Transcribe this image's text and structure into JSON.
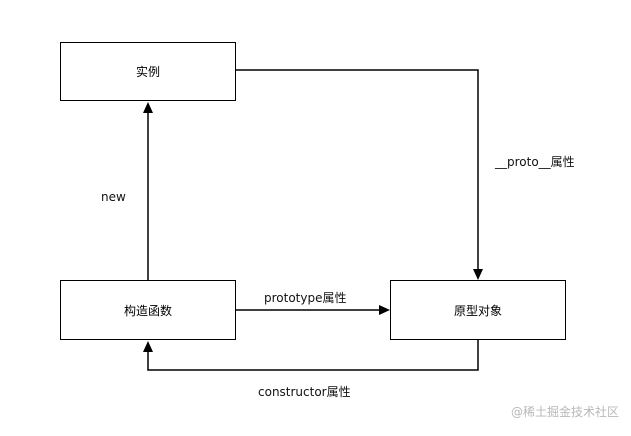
{
  "nodes": {
    "instance": "实例",
    "constructor_fn": "构造函数",
    "prototype_obj": "原型对象"
  },
  "edges": {
    "new": "new",
    "proto_link": "__proto__属性",
    "prototype": "prototype属性",
    "constructor": "constructor属性"
  },
  "watermark": "@稀土掘金技术社区",
  "colors": {
    "line": "#000000",
    "watermark": "#b8b8b8"
  }
}
